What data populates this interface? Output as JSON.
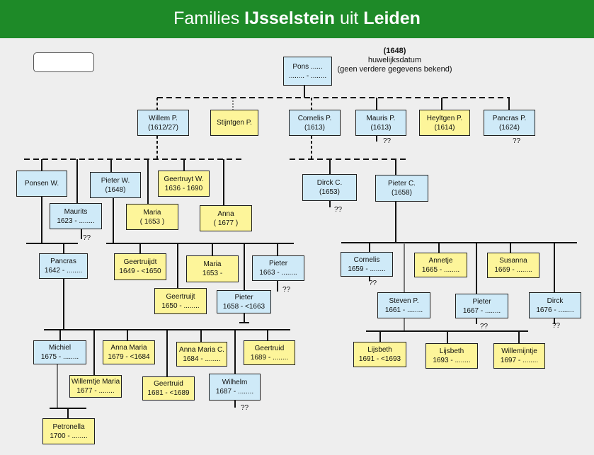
{
  "header": {
    "part1": "Families ",
    "bold1": "IJsselstein",
    "part2": " uit ",
    "bold2": "Leiden"
  },
  "marriage": {
    "date": "(1648)",
    "line1": "huwelijksdatum",
    "line2": "(geen verdere gegevens bekend)"
  },
  "persons": {
    "pons": {
      "name": "Pons ......",
      "dates": "........ - ........",
      "color": "blue"
    },
    "willem": {
      "name": "Willem P.",
      "dates": "(1612/27)",
      "color": "blue"
    },
    "stijntgen": {
      "name": "Stijntgen P.",
      "dates": "",
      "color": "yellow"
    },
    "cornelis_p": {
      "name": "Cornelis P.",
      "dates": "(1613)",
      "color": "blue"
    },
    "mauris": {
      "name": "Mauris P.",
      "dates": "(1613)",
      "color": "blue"
    },
    "heyltgen": {
      "name": "Heyltgen P.",
      "dates": "(1614)",
      "color": "yellow"
    },
    "pancras_p": {
      "name": "Pancras P.",
      "dates": "(1624)",
      "color": "blue"
    },
    "ponsen": {
      "name": "Ponsen W.",
      "dates": "",
      "color": "blue"
    },
    "pieter_w": {
      "name": "Pieter W.",
      "dates": "(1648)",
      "color": "blue"
    },
    "geertruyt_w": {
      "name": "Geertruyt W.",
      "dates": "1636 - 1690",
      "color": "yellow"
    },
    "maurits": {
      "name": "Maurits",
      "dates": "1623 - ........",
      "color": "blue"
    },
    "maria_1653b": {
      "name": "Maria",
      "dates": "( 1653 )",
      "color": "yellow"
    },
    "anna_1677": {
      "name": "Anna",
      "dates": "( 1677 )",
      "color": "yellow"
    },
    "dirck_c": {
      "name": "Dirck C.",
      "dates": "(1653)",
      "color": "blue"
    },
    "pieter_c": {
      "name": "Pieter C.",
      "dates": "(1658)",
      "color": "blue"
    },
    "pancras_1642": {
      "name": "Pancras",
      "dates": "1642 - ........",
      "color": "blue"
    },
    "geertruijdt": {
      "name": "Geertruijdt",
      "dates": "1649 - <1650",
      "color": "yellow"
    },
    "maria_1653": {
      "name": "Maria",
      "dates": "1653 -",
      "color": "yellow"
    },
    "pieter_1663": {
      "name": "Pieter",
      "dates": "1663 - ........",
      "color": "blue"
    },
    "geertruijt_1650": {
      "name": "Geertruijt",
      "dates": "1650 - ........",
      "color": "yellow"
    },
    "pieter_1658": {
      "name": "Pieter",
      "dates": "1658 - <1663",
      "color": "blue"
    },
    "cornelis_1659": {
      "name": "Cornelis",
      "dates": "1659 - ........",
      "color": "blue"
    },
    "annetje": {
      "name": "Annetje",
      "dates": "1665 - ........",
      "color": "yellow"
    },
    "susanna": {
      "name": "Susanna",
      "dates": "1669 - ........",
      "color": "yellow"
    },
    "steven": {
      "name": "Steven P.",
      "dates": "1661 - ........",
      "color": "blue"
    },
    "pieter_1667": {
      "name": "Pieter",
      "dates": "1667 - ........",
      "color": "blue"
    },
    "dirck_1676": {
      "name": "Dirck",
      "dates": "1676 - ........",
      "color": "blue"
    },
    "michiel": {
      "name": "Michiel",
      "dates": "1675 - ........",
      "color": "blue"
    },
    "anna_maria": {
      "name": "Anna Maria",
      "dates": "1679 - <1684",
      "color": "yellow"
    },
    "anna_maria_c": {
      "name": "Anna Maria C.",
      "dates": "1684 - ........",
      "color": "yellow"
    },
    "geertruid_1689": {
      "name": "Geertruid",
      "dates": "1689 - ........",
      "color": "yellow"
    },
    "willemtje": {
      "name": "Willemtje Maria",
      "dates": "1677 - ........",
      "color": "yellow"
    },
    "geertruid_1681": {
      "name": "Geertruid",
      "dates": "1681 - <1689",
      "color": "yellow"
    },
    "wilhelm": {
      "name": "Wilhelm",
      "dates": "1687 - ........",
      "color": "blue"
    },
    "lijsbeth_1691": {
      "name": "Lijsbeth",
      "dates": "1691 - <1693",
      "color": "yellow"
    },
    "lijsbeth_1693": {
      "name": "Lijsbeth",
      "dates": "1693 - ........",
      "color": "yellow"
    },
    "willemijntje": {
      "name": "Willemijntje",
      "dates": "1697 - ........",
      "color": "yellow"
    },
    "petronella": {
      "name": "Petronella",
      "dates": "1700 - ........",
      "color": "yellow"
    }
  },
  "unknown_marker": "??",
  "colors": {
    "header": "#1e8a28",
    "male": "#cfeaf8",
    "female": "#fdf59a",
    "background": "#eeeeee"
  }
}
